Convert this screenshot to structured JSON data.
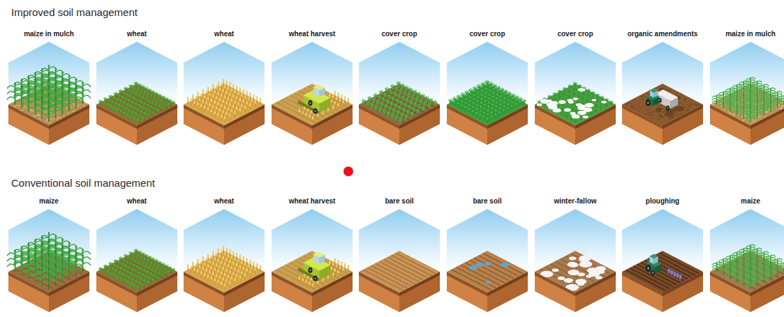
{
  "diagram": {
    "nodes": [
      {
        "text": [
          "maize in mulch"
        ]
      },
      {
        "text": [
          "wheat"
        ]
      },
      {
        "text": [
          "wheat"
        ]
      },
      {
        "text": [
          "wheat harvest"
        ]
      },
      {
        "text": [
          "cover crop"
        ]
      },
      {
        "text": [
          "cover crop"
        ]
      },
      {
        "text": [
          "cover crop"
        ]
      },
      {
        "text": [
          "organic amendments"
        ]
      },
      {
        "text": [
          "maize in mulch"
        ]
      },
      {
        "text": [
          "maize"
        ]
      },
      {
        "text": [
          "wheat"
        ]
      },
      {
        "text": [
          "wheat"
        ]
      },
      {
        "text": [
          "wheat harvest"
        ]
      },
      {
        "text": [
          "bare soil"
        ]
      },
      {
        "text": [
          "bare soil"
        ]
      },
      {
        "text": [
          "winter-fallow"
        ]
      },
      {
        "text": [
          "ploughing"
        ]
      },
      {
        "text": [
          "maize"
        ]
      }
    ],
    "labels": [
      "Improved soil management",
      "Conventional soil management"
    ]
  }
}
